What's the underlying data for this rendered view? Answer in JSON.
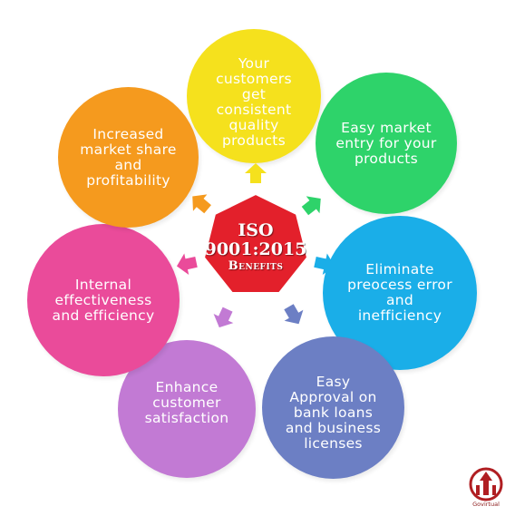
{
  "diagram": {
    "hub": {
      "line1": "ISO",
      "line2": "9001:2015",
      "line3": "Benefits",
      "color": "#e3202b"
    },
    "benefits": [
      {
        "text": "Your customers get consistent quality products",
        "color": "#f5e11d"
      },
      {
        "text": "Easy market entry for your products",
        "color": "#2ed36a"
      },
      {
        "text": "Eliminate preocess error and inefficiency",
        "color": "#1aaee8"
      },
      {
        "text": "Easy Approval on bank loans and business licenses",
        "color": "#6c7fc4"
      },
      {
        "text": "Enhance customer satisfaction",
        "color": "#c27ad4"
      },
      {
        "text": "Internal effectiveness and efficiency",
        "color": "#ea4b9a"
      },
      {
        "text": "Increased market share and profitability",
        "color": "#f59a1e"
      }
    ],
    "arrow_icon": "outward-arrow-icon"
  },
  "logo": {
    "text": "Govirtual",
    "color": "#b01e22"
  }
}
